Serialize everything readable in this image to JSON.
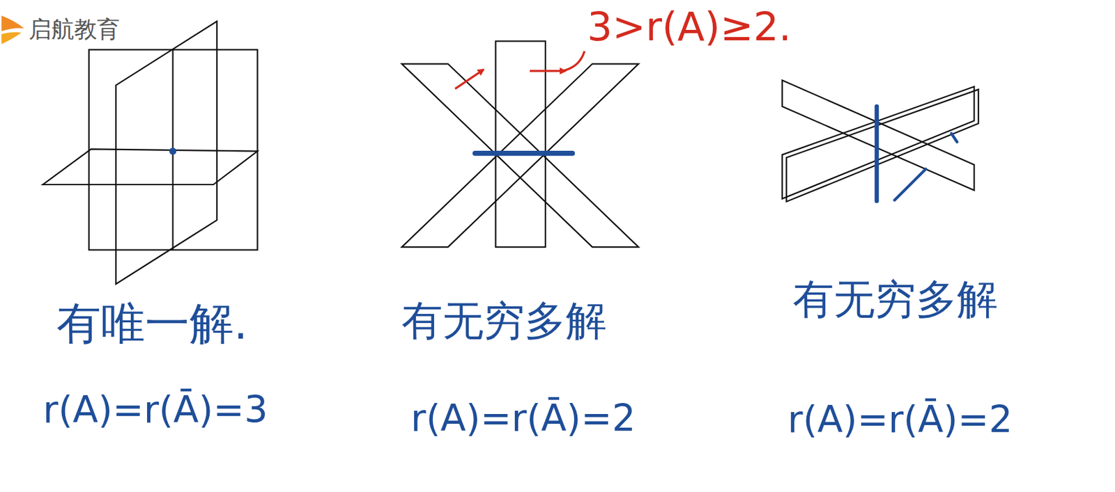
{
  "diagram": {
    "labels": [
      "启航教育",
      "3>r(A)≥2.",
      "有唯一解.",
      "r(A)=r(Ā)=3",
      "有无穷多解",
      "r(A)=r(Ā)=2",
      "有无穷多解",
      "r(A)=r(Ā)=2"
    ]
  }
}
